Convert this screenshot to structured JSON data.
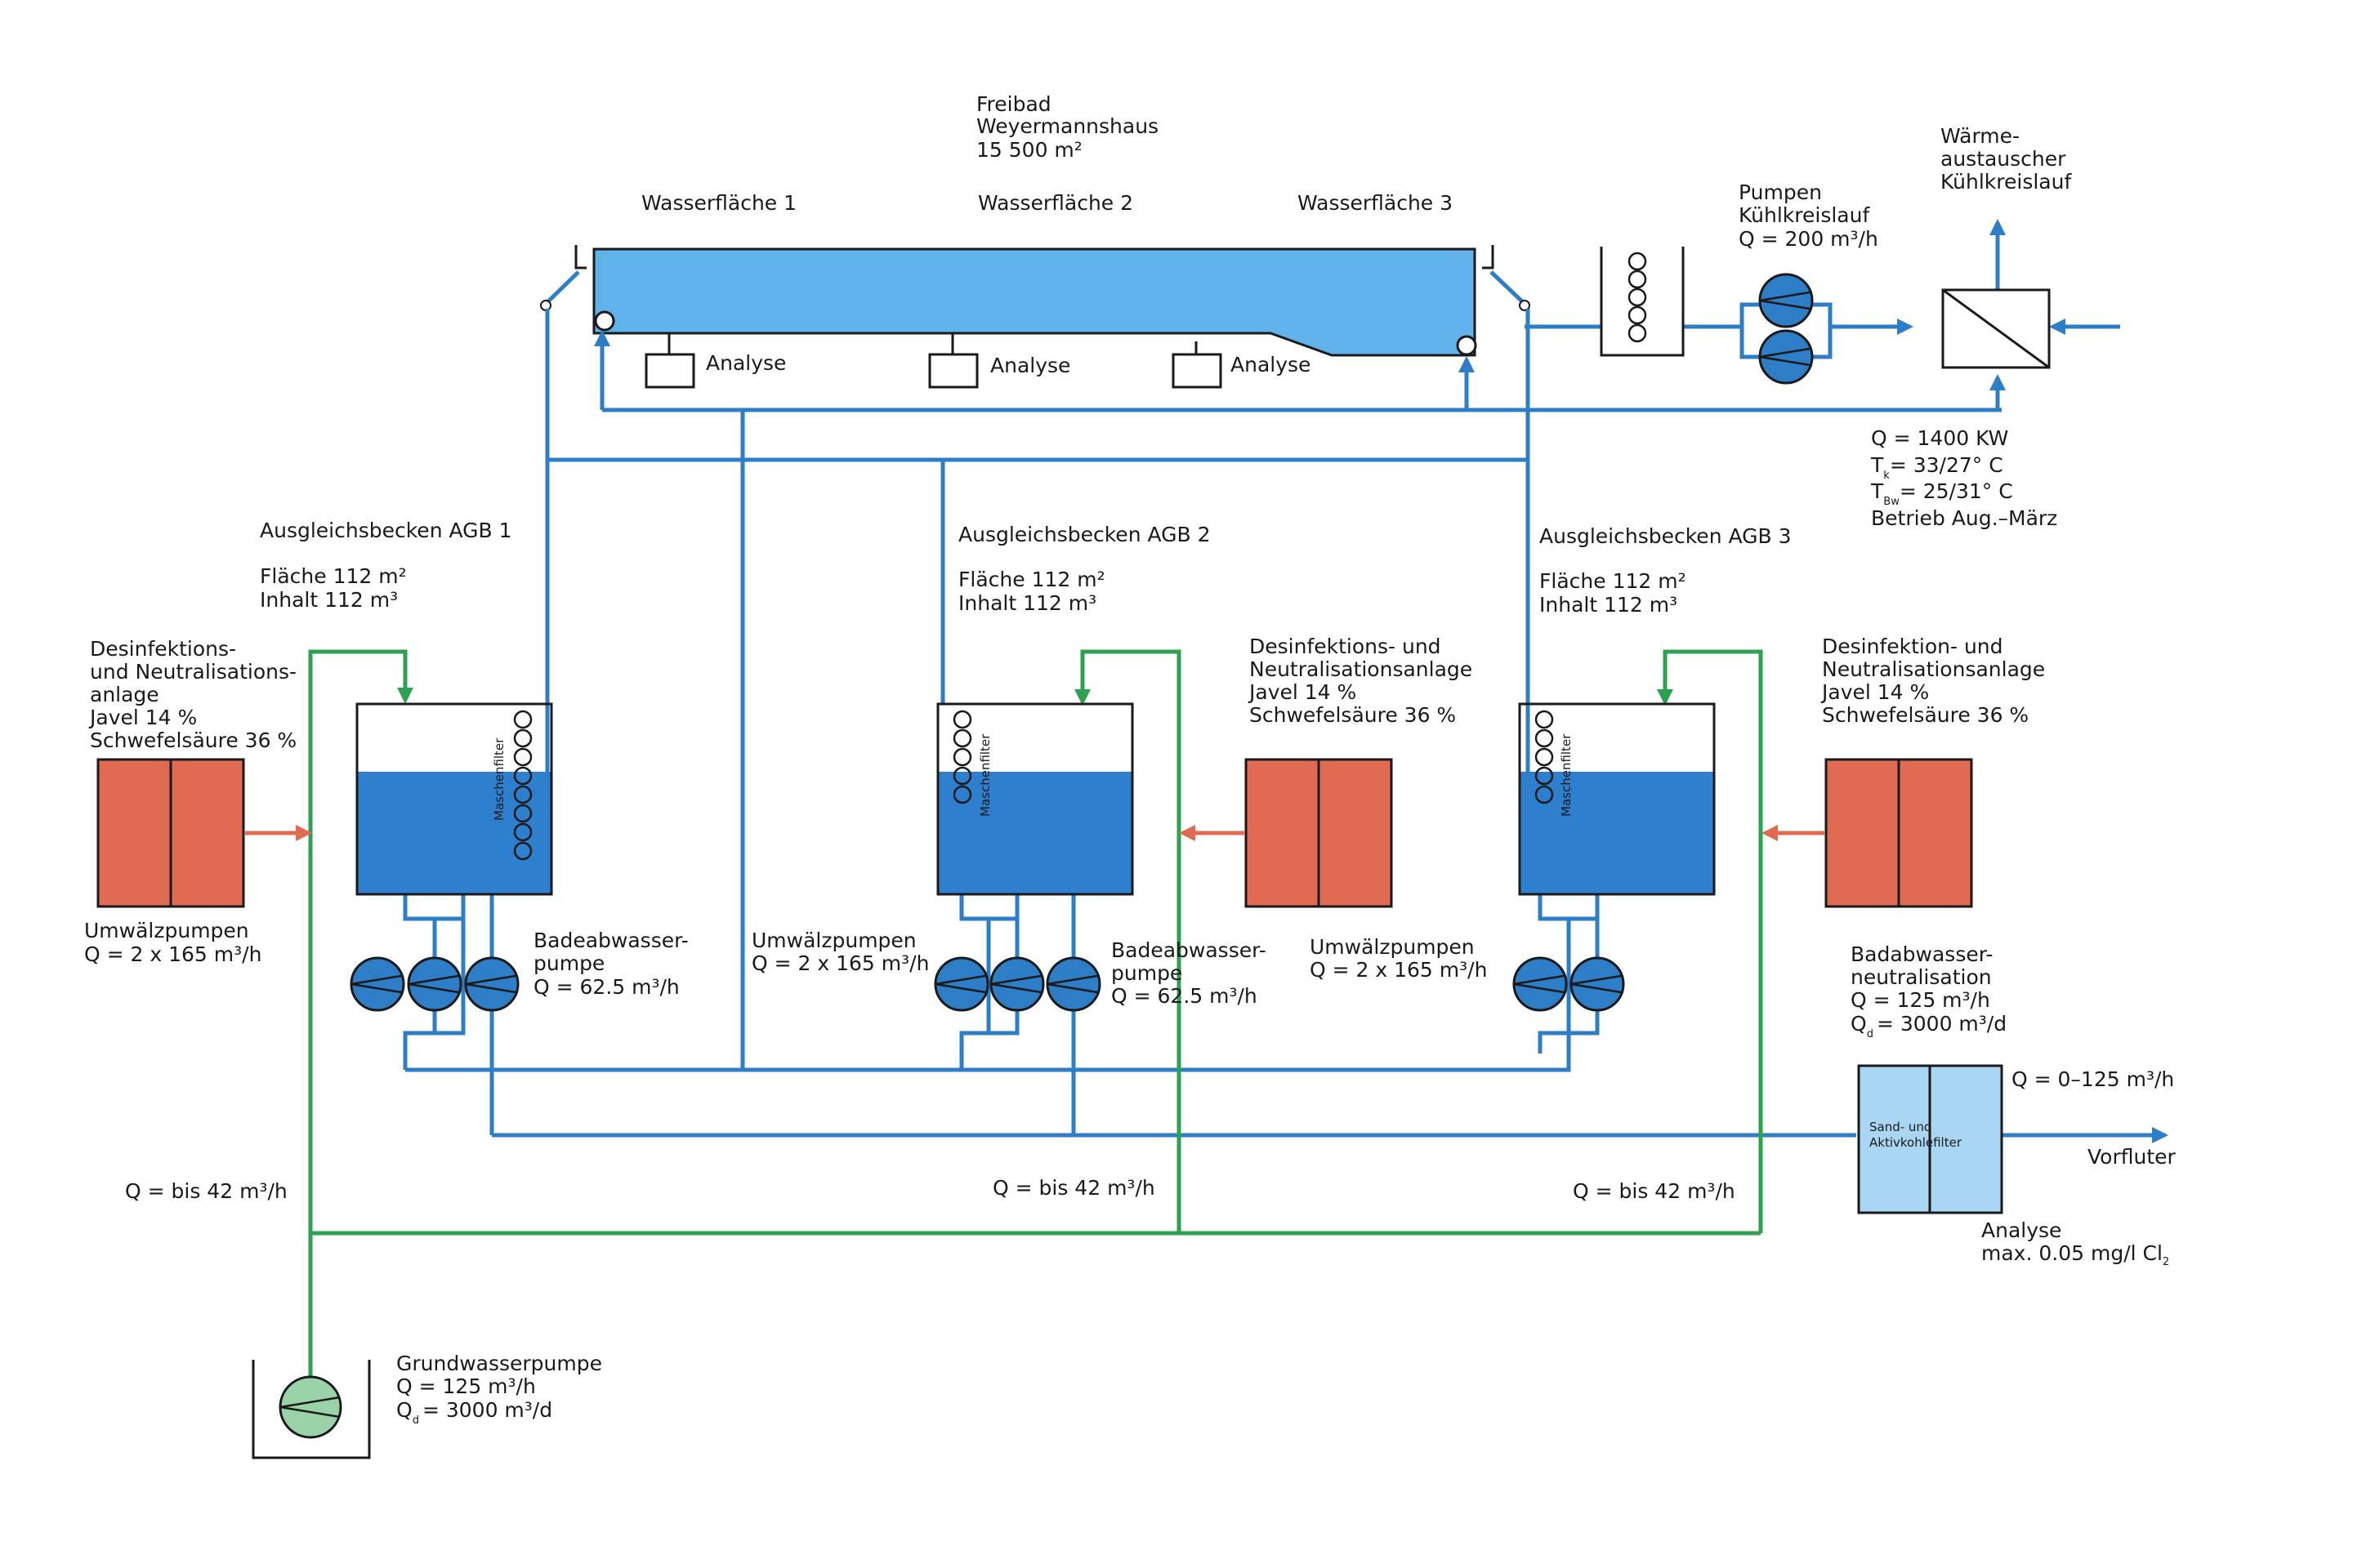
{
  "colors": {
    "blue_pipe": "#2e7ec7",
    "green_pipe": "#2f9f52",
    "water": "#2f7fcf",
    "pool_water": "#5fb3ea",
    "chem_unit": "#e06a52",
    "filter_unit": "#a9d7f3",
    "gw_pump": "#9bd3a9"
  },
  "header": {
    "line1": "Freibad",
    "line2": "Weyermannshaus",
    "line3": "15 500 m²"
  },
  "pool": {
    "area1": "Wasserfläche 1",
    "area2": "Wasserfläche 2",
    "area3": "Wasserfläche 3",
    "analyse": "Analyse"
  },
  "cooling": {
    "pumps_l1": "Pumpen",
    "pumps_l2": "Kühlkreislauf",
    "pumps_l3": "Q = 200 m³/h",
    "hx_l1": "Wärme-",
    "hx_l2": "austauscher",
    "hx_l3": "Kühlkreislauf",
    "q": "Q = 1400 KW",
    "tk_a": "T",
    "tk_sub": "k",
    "tk_b": "= 33/27° C",
    "tbw_a": "T",
    "tbw_sub": "Bw",
    "tbw_b": "= 25/31° C",
    "betrieb": "Betrieb Aug.–März"
  },
  "agb": {
    "t1": "Ausgleichsbecken AGB 1",
    "t2": "Ausgleichsbecken AGB 2",
    "t3": "Ausgleichsbecken AGB 3",
    "flaeche": "Fläche 112 m²",
    "inhalt": "Inhalt 112 m³",
    "filter": "Maschenfilter"
  },
  "desinf1": {
    "l1": "Desinfektions-",
    "l2": "und Neutralisations-",
    "l3": "anlage",
    "l4": "Javel 14 %",
    "l5": "Schwefelsäure 36 %"
  },
  "desinf2": {
    "l1": "Desinfektions- und",
    "l2": "Neutralisationsanlage",
    "l3": "Javel 14 %",
    "l4": "Schwefelsäure 36 %"
  },
  "desinf3": {
    "l1": "Desinfektion- und",
    "l2": "Neutralisationsanlage",
    "l3": "Javel 14 %",
    "l4": "Schwefelsäure 36 %"
  },
  "pumps": {
    "umw": "Umwälzpumpen",
    "umw_q": "Q = 2 x 165 m³/h",
    "bade1": "Badeabwasser-",
    "bade2": "pumpe",
    "bade_q": "Q = 62.5 m³/h"
  },
  "neutral": {
    "l1": "Badabwasser-",
    "l2": "neutralisation",
    "l3": "Q = 125 m³/h",
    "qd_a": "Q",
    "qd_sub": "d",
    "qd_b": "= 3000 m³/d",
    "filter1": "Sand- und",
    "filter2": "Aktivkohlefilter",
    "q_out": "Q = 0–125 m³/h",
    "vorfluter": "Vorfluter",
    "analyse1": "Analyse",
    "analyse2_a": "max. 0.05 mg/l Cl",
    "analyse2_sub": "2"
  },
  "ground": {
    "q_bis": "Q = bis 42 m³/h",
    "gw1": "Grundwasserpumpe",
    "gw2": "Q = 125 m³/h",
    "gw_qd_a": "Q",
    "gw_qd_sub": "d",
    "gw_qd_b": "= 3000 m³/d"
  }
}
